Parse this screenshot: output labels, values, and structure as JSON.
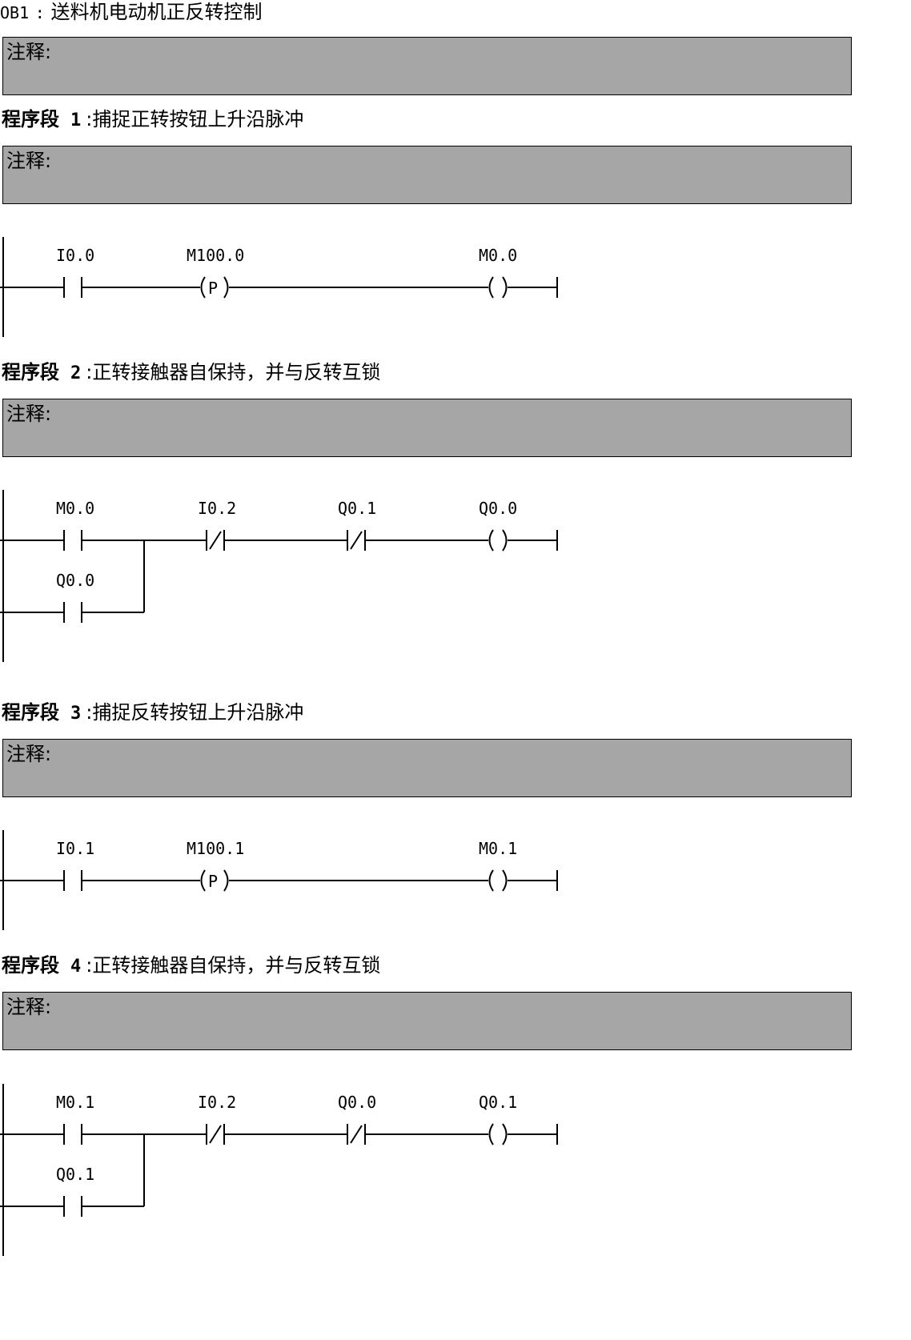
{
  "block": {
    "id": "OB1",
    "separator": ":",
    "title": "送料机电动机正反转控制",
    "comment_label": "注释:"
  },
  "networks": [
    {
      "keyword": "程序段",
      "number": "1",
      "separator": ":",
      "title": "捕捉正转按钮上升沿脉冲",
      "comment_label": "注释:",
      "rung": {
        "contact": "I0.0",
        "edge_memory": "M100.0",
        "edge_symbol": "P",
        "coil": "M0.0"
      }
    },
    {
      "keyword": "程序段",
      "number": "2",
      "separator": ":",
      "title": "正转接触器自保持，并与反转互锁",
      "comment_label": "注释:",
      "rung": {
        "contact": "M0.0",
        "branch_contact": "Q0.0",
        "nc_contact_1": "I0.2",
        "nc_contact_2": "Q0.1",
        "coil": "Q0.0"
      }
    },
    {
      "keyword": "程序段",
      "number": "3",
      "separator": ":",
      "title": "捕捉反转按钮上升沿脉冲",
      "comment_label": "注释:",
      "rung": {
        "contact": "I0.1",
        "edge_memory": "M100.1",
        "edge_symbol": "P",
        "coil": "M0.1"
      }
    },
    {
      "keyword": "程序段",
      "number": "4",
      "separator": ":",
      "title": "正转接触器自保持，并与反转互锁",
      "comment_label": "注释:",
      "rung": {
        "contact": "M0.1",
        "branch_contact": "Q0.1",
        "nc_contact_1": "I0.2",
        "nc_contact_2": "Q0.0",
        "coil": "Q0.1"
      }
    }
  ]
}
